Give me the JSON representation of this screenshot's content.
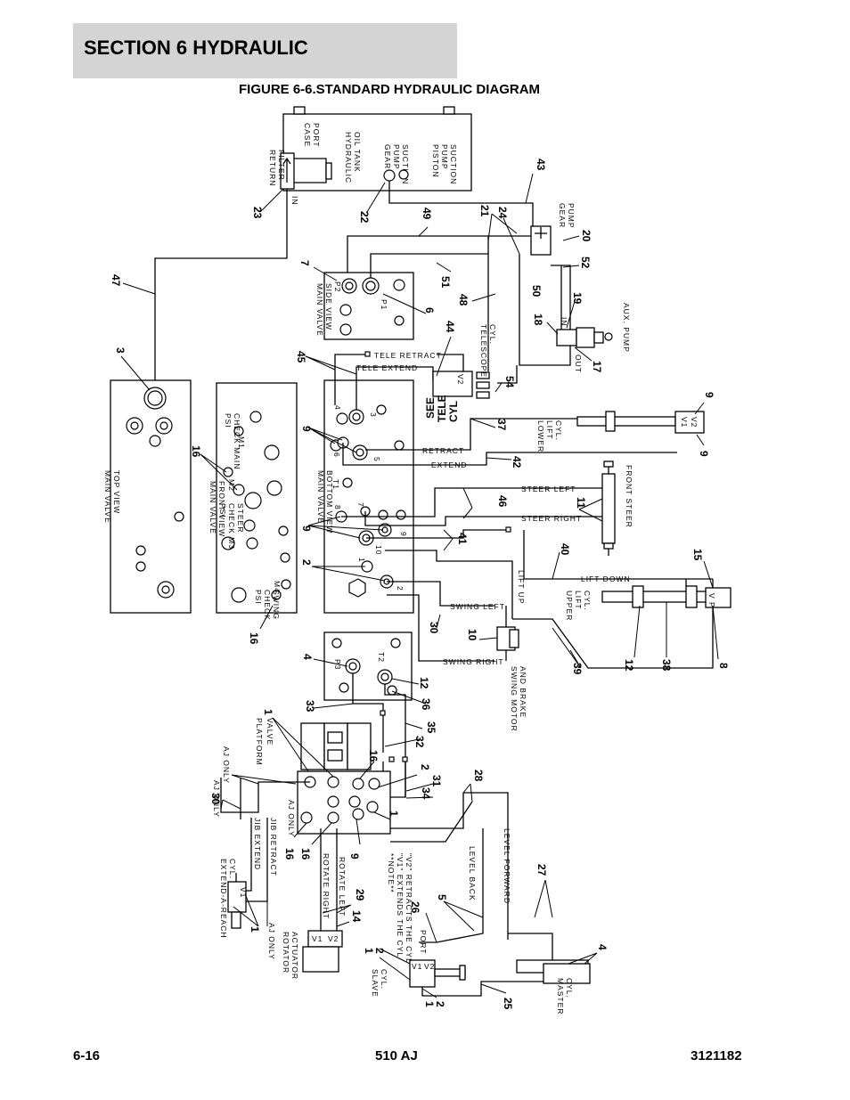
{
  "header": {
    "section_title": "SECTION 6   HYDRAULIC",
    "figure_title": "FIGURE 6-6.STANDARD HYDRAULIC DIAGRAM"
  },
  "footer": {
    "page_number": "6-16",
    "model": "510 AJ",
    "doc_number": "3121182"
  },
  "labels": {
    "case_port": [
      "CASE",
      "PORT"
    ],
    "tank": [
      "HYDRAULIC",
      "OIL TANK"
    ],
    "gear_pump_suction": [
      "GEAR",
      "PUMP",
      "SUCTION"
    ],
    "piston_pump_suction": [
      "PISTON",
      "PUMP",
      "SUCTION"
    ],
    "return_filter": [
      "RETURN",
      "FILTER"
    ],
    "in": "IN",
    "gear_pump": [
      "GEAR",
      "PUMP"
    ],
    "aux_pump": "AUX. PUMP",
    "out": "OUT",
    "main_valve_side": [
      "MAIN VALVE",
      "SIDE VIEW"
    ],
    "p2": "P2",
    "p1": "P1",
    "tele_retract": "TELE RETRACT",
    "tele_extend": "TELE EXTEND",
    "telescope_cyl": [
      "TELESCOPE",
      "CYL."
    ],
    "see_tele_cyl": [
      "SEE",
      "TELE",
      "CYL"
    ],
    "retract": "RETRACT",
    "extend": "EXTEND",
    "lower_lift_cyl": [
      "LOWER",
      "LIFT",
      "CYL."
    ],
    "main_valve_top": [
      "MAIN VALVE",
      "TOP VIEW"
    ],
    "main_valve_front": [
      "MAIN VALVE",
      "FRONT VIEW"
    ],
    "main_valve_bottom": [
      "MAIN VALVE",
      "BOTTOM VIEW"
    ],
    "psi_check_main": [
      "PSI",
      "CHECK MAIN"
    ],
    "m1": "M1",
    "psi_check_steer": [
      "PSI",
      "CHECK M3",
      "STEER"
    ],
    "m2": "M2",
    "psi_check_swing": [
      "PSI",
      "CHECK",
      "SWING"
    ],
    "m4": "M4",
    "t1": "T1",
    "port_nums": [
      "4",
      "3",
      "6",
      "5",
      "8",
      "7",
      "10",
      "9",
      "1",
      "2"
    ],
    "steer_left": "STEER LEFT",
    "steer_right": "STEER RIGHT",
    "front_steer": [
      "FRONT STEER"
    ],
    "lift_down": "LIFT DOWN",
    "lift_up": "LIFT UP",
    "upper_lift_cyl": [
      "UPPER",
      "LIFT",
      "CYL."
    ],
    "swing_left": "SWING LEFT",
    "swing_right": "SWING RIGHT",
    "swing_motor": [
      "SWING MOTOR",
      "AND BRAKE"
    ],
    "p3": "P3",
    "t2": "T2",
    "platform_valve": [
      "PLATFORM",
      "VALVE"
    ],
    "aj_only": "AJ ONLY",
    "jib_extend": "JIB EXTEND",
    "jib_retract": "JIB RETRACT",
    "rotate_right": "ROTATE RIGHT",
    "rotate_left": "ROTATE LEFT",
    "level_back": "LEVEL BACK",
    "level_forward": "LEVEL FORWARD",
    "note": [
      "**NOTE**",
      "\"V1\" EXTENDS THE CYL",
      "\"V2\" RETRACTS THE CYL"
    ],
    "port": [
      "PORT",
      "PORT"
    ],
    "extend_a_reach": [
      "EXTEND-A-REACH",
      "CYL."
    ],
    "rotator_actuator": [
      "ROTATOR",
      "ACTUATOR"
    ],
    "slave_cyl": [
      "SLAVE",
      "CYL."
    ],
    "master_cyl": [
      "MASTER",
      "CYL."
    ],
    "v1": "V1",
    "v2": "V2",
    "vp": "V P"
  },
  "callouts": [
    "43",
    "23",
    "22",
    "49",
    "21",
    "24",
    "20",
    "52",
    "7",
    "51",
    "50",
    "48",
    "6",
    "19",
    "18",
    "17",
    "47",
    "3",
    "45",
    "44",
    "54",
    "37",
    "9",
    "9",
    "42",
    "16",
    "9",
    "46",
    "11",
    "9",
    "41",
    "40",
    "2",
    "15",
    "30",
    "10",
    "16",
    "39",
    "12",
    "38",
    "8",
    "4",
    "12",
    "36",
    "33",
    "35",
    "32",
    "1",
    "16",
    "2",
    "31",
    "34",
    "28",
    "1",
    "30",
    "16",
    "16",
    "9",
    "29",
    "14",
    "26",
    "5",
    "27",
    "4",
    "1",
    "2",
    "1",
    "2",
    "25",
    "1"
  ]
}
